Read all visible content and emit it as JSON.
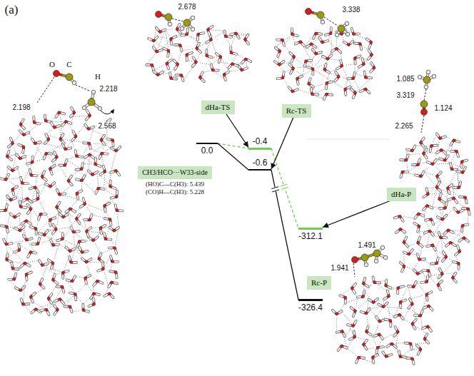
{
  "diagram": {
    "nodes": [
      {
        "text": [
          "0.0"
        ]
      },
      {
        "text": [
          "-0.4"
        ]
      },
      {
        "text": [
          "-0.6"
        ]
      },
      {
        "text": [
          "-312.1"
        ]
      },
      {
        "text": [
          "-326.4"
        ]
      },
      {
        "text": [
          "CH3/HCO···W33-side",
          "(HO)C—C(H3): 5.439",
          "(CO)H—C(H3): 5.228"
        ]
      },
      {
        "text": [
          "dHa-TS"
        ]
      },
      {
        "text": [
          "Rc-TS"
        ]
      },
      {
        "text": [
          "dHa-P"
        ]
      },
      {
        "text": [
          "Rc-P"
        ]
      }
    ],
    "edges": [
      {
        "from": 0,
        "to": 1,
        "arrow": "none"
      },
      {
        "from": 0,
        "to": 2,
        "arrow": "none"
      },
      {
        "from": 1,
        "to": 3,
        "arrow": "none"
      },
      {
        "from": 2,
        "to": 4,
        "arrow": "none"
      },
      {
        "from": 6,
        "to": 1,
        "arrow": "to"
      },
      {
        "from": 7,
        "to": 2,
        "arrow": "to"
      },
      {
        "from": 8,
        "to": 3,
        "arrow": "to"
      }
    ],
    "labels": [
      "(a)",
      "2.198",
      "O",
      "C",
      "2.218",
      "H",
      "2.568",
      "2.678",
      "3.338",
      "1.085",
      "3.319",
      "1.124",
      "2.265",
      "1.491",
      "1.941"
    ]
  }
}
